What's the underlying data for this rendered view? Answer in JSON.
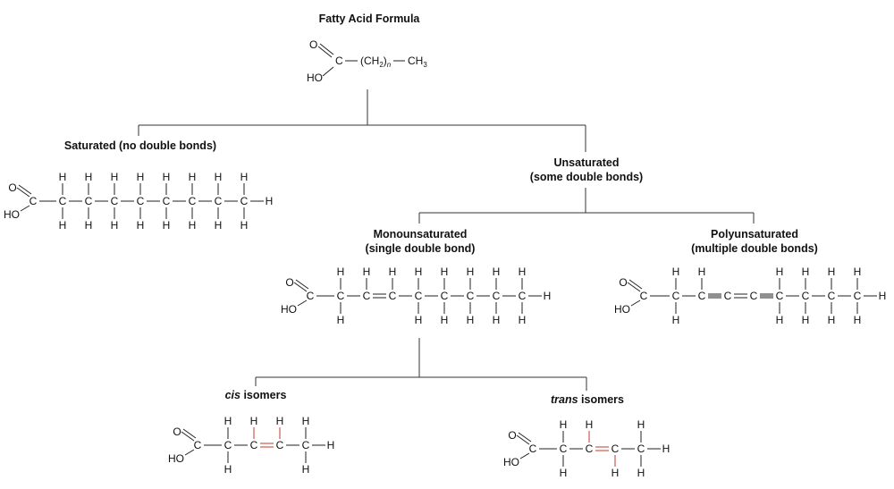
{
  "headers": {
    "formula": "Fatty Acid Formula",
    "saturated": "Saturated (no double bonds)",
    "unsaturated_1": "Unsaturated",
    "unsaturated_2": "(some double bonds)",
    "mono_1": "Monounsaturated",
    "mono_2": "(single double bond)",
    "poly_1": "Polyunsaturated",
    "poly_2": "(multiple double bonds)",
    "cis_prefix": "cis",
    "cis_suffix": " isomers",
    "trans_prefix": "trans",
    "trans_suffix": " isomers"
  },
  "formula": {
    "o": "O",
    "ho": "HO",
    "c": "C",
    "ch2": "(CH",
    "sub2": "2",
    "close": ")",
    "n": "n",
    "ch3": "CH",
    "sub3": "3"
  },
  "atoms": {
    "c": "C",
    "h": "H",
    "o": "O",
    "ho": "HO"
  },
  "colors": {
    "ink": "#111111",
    "highlight": "#c0392b"
  }
}
